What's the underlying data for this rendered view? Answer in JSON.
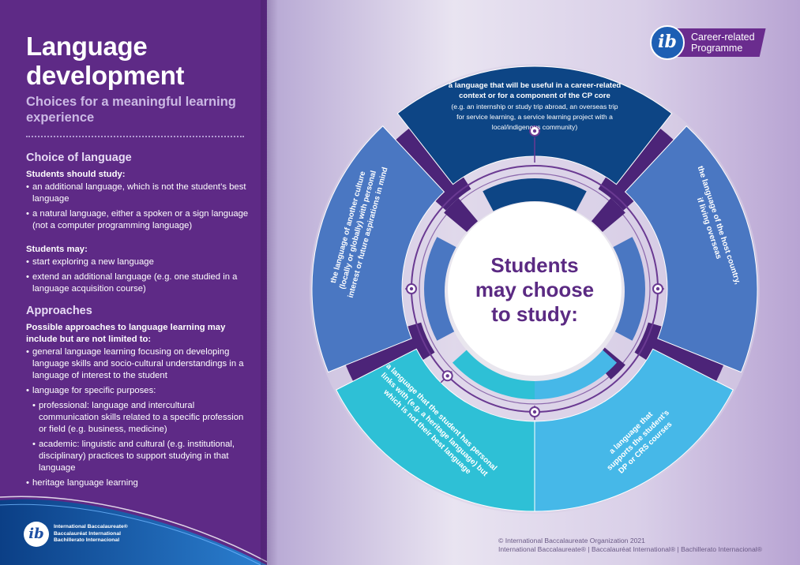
{
  "title": "Language development",
  "subtitle": "Choices for a meaningful learning experience",
  "choice": {
    "heading": "Choice of language",
    "should_lead": "Students should study:",
    "should_items": [
      "an additional language, which is not the student’s best language",
      "a natural language, either a spoken or a sign language (not a computer programming language)"
    ],
    "may_lead": "Students may:",
    "may_items": [
      "start exploring a new language",
      "extend an additional language (e.g. one studied in a language acquisition course)"
    ]
  },
  "approaches": {
    "heading": "Approaches",
    "lead": "Possible approaches to language learning may include but are not limited to:",
    "item1": "general language learning focusing on developing language skills and socio-cultural understandings in a language of interest to the student",
    "item2": "language for specific purposes:",
    "sub1": "professional: language and intercultural communication skills related to a specific profession or field (e.g. business, medicine)",
    "sub2": "academic: linguistic and cultural (e.g. institutional, disciplinary) practices to support studying in that language",
    "item3": "heritage language learning"
  },
  "ib_logo": {
    "glyph": "ib",
    "names": [
      "International Baccalaureate®",
      "Baccalauréat International",
      "Bachillerato Internacional"
    ]
  },
  "cp_logo": {
    "glyph": "ib",
    "lines": [
      "Career-related",
      "Programme"
    ]
  },
  "center": {
    "lines": [
      "Students",
      "may choose",
      "to study:"
    ]
  },
  "segments": {
    "top": {
      "bold_lines": [
        "a language that will be useful in a career-related",
        "context or for a component of the CP core"
      ],
      "lines": [
        "(e.g. an internship or study trip abroad, an overseas trip",
        "for service learning, a service learning project with a",
        "local/indigenous community)"
      ]
    },
    "right": {
      "lines": [
        "the language of the host country,",
        "if living overseas"
      ]
    },
    "left": {
      "lines": [
        "the language of another culture",
        "(locally or globally) with personal",
        "interest or future aspirations in mind"
      ]
    },
    "bottom_left": {
      "lines": [
        "a language that the student has personal",
        "links with (e.g. a heritage language) but",
        "which is not their best language"
      ]
    },
    "bottom_right": {
      "lines": [
        "a language that",
        "supports the student’s",
        "DP or CRS courses"
      ]
    }
  },
  "copyright": [
    "© International Baccalaureate Organization 2021",
    "International Baccalaureate® | Baccalauréat International® | Bachillerato Internacional®"
  ],
  "colors": {
    "panel_purple": "#5e2a86",
    "navy": "#0d4585",
    "mid_blue": "#4a77c2",
    "cyan": "#2ec0d6",
    "sky": "#46b8e8",
    "center_text": "#5b2a83"
  },
  "icons": {
    "bullet": "bullet-dot",
    "logo": "ib-circle-logo"
  }
}
